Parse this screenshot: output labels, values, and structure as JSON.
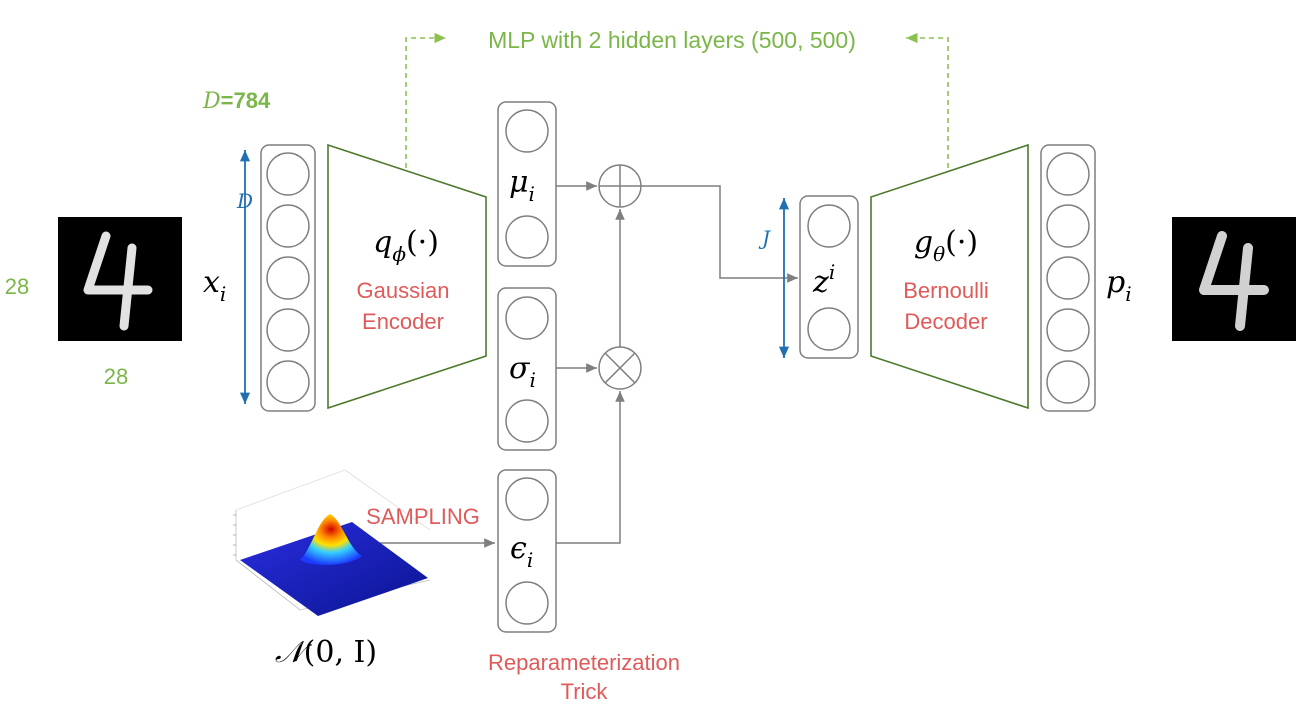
{
  "colors": {
    "green": "#7ab648",
    "green_dashed": "#8cc152",
    "blue": "#1f6fb2",
    "red": "#e05a5a",
    "gray": "#7f7f7f",
    "dark_green": "#4e7a2e"
  },
  "mlp_label": "MLP with 2 hidden layers (500, 500)",
  "input_dim": {
    "symbol": "D",
    "value": "=784"
  },
  "input": {
    "height_label": "28",
    "width_label": "28",
    "digit": "4",
    "var_base": "x",
    "var_sub": "i",
    "dim_label": "D"
  },
  "encoder": {
    "func_base": "q",
    "func_sub": "ϕ",
    "func_args": "(·)",
    "name_line1": "Gaussian",
    "name_line2": "Encoder"
  },
  "mu": {
    "base": "μ",
    "sub": "i"
  },
  "sigma": {
    "base": "σ",
    "sub": "i"
  },
  "epsilon": {
    "base": "ϵ",
    "sub": "i"
  },
  "ops": {
    "add_icon": "plus-circle-icon",
    "mul_icon": "times-circle-icon"
  },
  "latent": {
    "base": "z",
    "sup": "i",
    "dim_label": "J"
  },
  "decoder": {
    "func_base": "g",
    "func_sub": "θ",
    "func_args": "(·)",
    "name_line1": "Bernoulli",
    "name_line2": "Decoder"
  },
  "output": {
    "var_base": "p",
    "var_sub": "i",
    "digit": "4"
  },
  "sampling_label": "SAMPLING",
  "prior": {
    "symbol": "𝒩",
    "args": "(0, I)",
    "icon": "gaussian-surface-icon"
  },
  "trick_line1": "Reparameterization",
  "trick_line2": "Trick"
}
